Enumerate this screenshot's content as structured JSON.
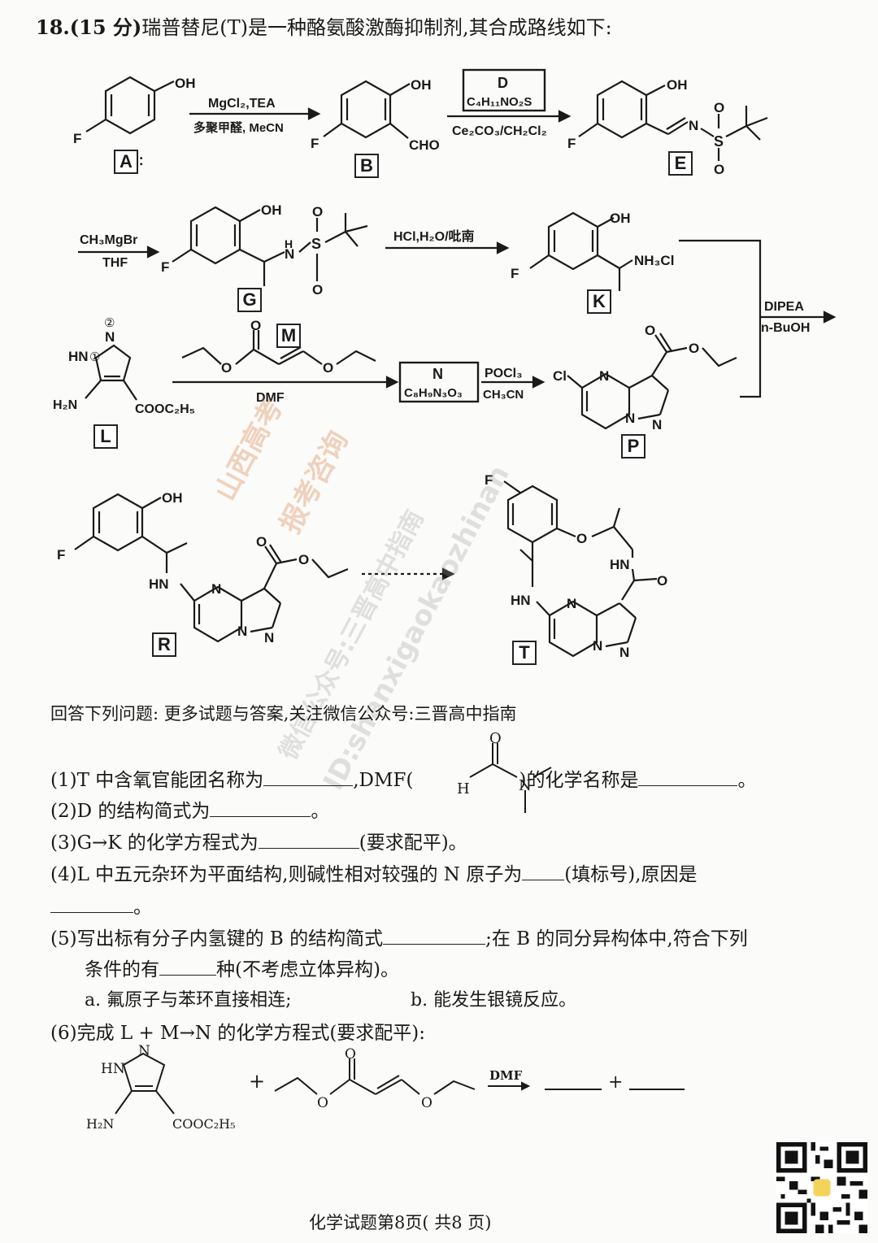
{
  "question": {
    "number": "18.",
    "score": "(15 分)",
    "stem": "瑞普替尼(T)是一种酪氨酸激酶抑制剂,其合成路线如下:"
  },
  "compound_labels": [
    "A",
    "B",
    "D",
    "E",
    "G",
    "K",
    "L",
    "M",
    "N",
    "P",
    "R",
    "T"
  ],
  "reagents": {
    "a_to_b_top": "MgCl₂,TEA",
    "a_to_b_bottom": "多聚甲醛, MeCN",
    "b_to_e_box_formula": "C₄H₁₁NO₂S",
    "b_to_e_bottom": "Ce₂CO₃/CH₂Cl₂",
    "e_to_g_top": "CH₃MgBr",
    "e_to_g_bottom": "THF",
    "g_to_k_top": "HCl,H₂O/吡南",
    "kp_to_r_top": "DIPEA",
    "kp_to_r_bottom": "n-BuOH",
    "l_to_n_bottom": "DMF",
    "n_formula": "C₈H₉N₃O₃",
    "n_to_p_top": "POCl₃",
    "n_to_p_bottom": "CH₃CN",
    "q6_arrow": "DMF"
  },
  "atom_labels": {
    "oh": "OH",
    "f": "F",
    "cho": "CHO",
    "nh3cl": "NH₃Cl",
    "hn": "HN",
    "h2n": "H₂N",
    "cooet": "COOC₂H₅",
    "cl": "Cl",
    "n": "N",
    "o": "O",
    "s": "S",
    "h": "H",
    "circle1": "①",
    "circle2": "②"
  },
  "intro": "回答下列问题: 更多试题与答案,关注微信公众号:三晋高中指南",
  "questions": {
    "q1_a": "(1)T 中含氧官能团名称为",
    "q1_b": ",DMF(",
    "q1_c": ")的化学名称是",
    "q2": "(2)D 的结构简式为",
    "q3_a": "(3)G→K 的化学方程式为",
    "q3_b": "(要求配平)。",
    "q4_a": "(4)L 中五元杂环为平面结构,则碱性相对较强的 N 原子为",
    "q4_b": "(填标号),原因是",
    "q5_a": "(5)写出标有分子内氢键的 B 的结构简式",
    "q5_b": ";在 B 的同分异构体中,符合下列",
    "q5_c": "条件的有",
    "q5_d": "种(不考虑立体异构)。",
    "cond_a": "a. 氟原子与苯环直接相连;",
    "cond_b": "b. 能发生银镜反应。",
    "q6": "(6)完成 L + M→N 的化学方程式(要求配平):",
    "period": "。",
    "plus": "+"
  },
  "q6_labels": {
    "hn": "HN",
    "n": "N",
    "h2n": "H₂N",
    "cooet": "COOC₂H₅",
    "o": "O"
  },
  "watermarks": {
    "wm1": "山西高考",
    "wm2": "报考咨询",
    "wm3": "微信公众号:三晋高中指南",
    "wm4": "ID:shanxigaokaozhinan"
  },
  "footer": "化学试题第8页( 共8 页)",
  "colors": {
    "ink": "#1a1a1a",
    "paper": "#fbfbf9",
    "watermark": "#d7783c"
  }
}
